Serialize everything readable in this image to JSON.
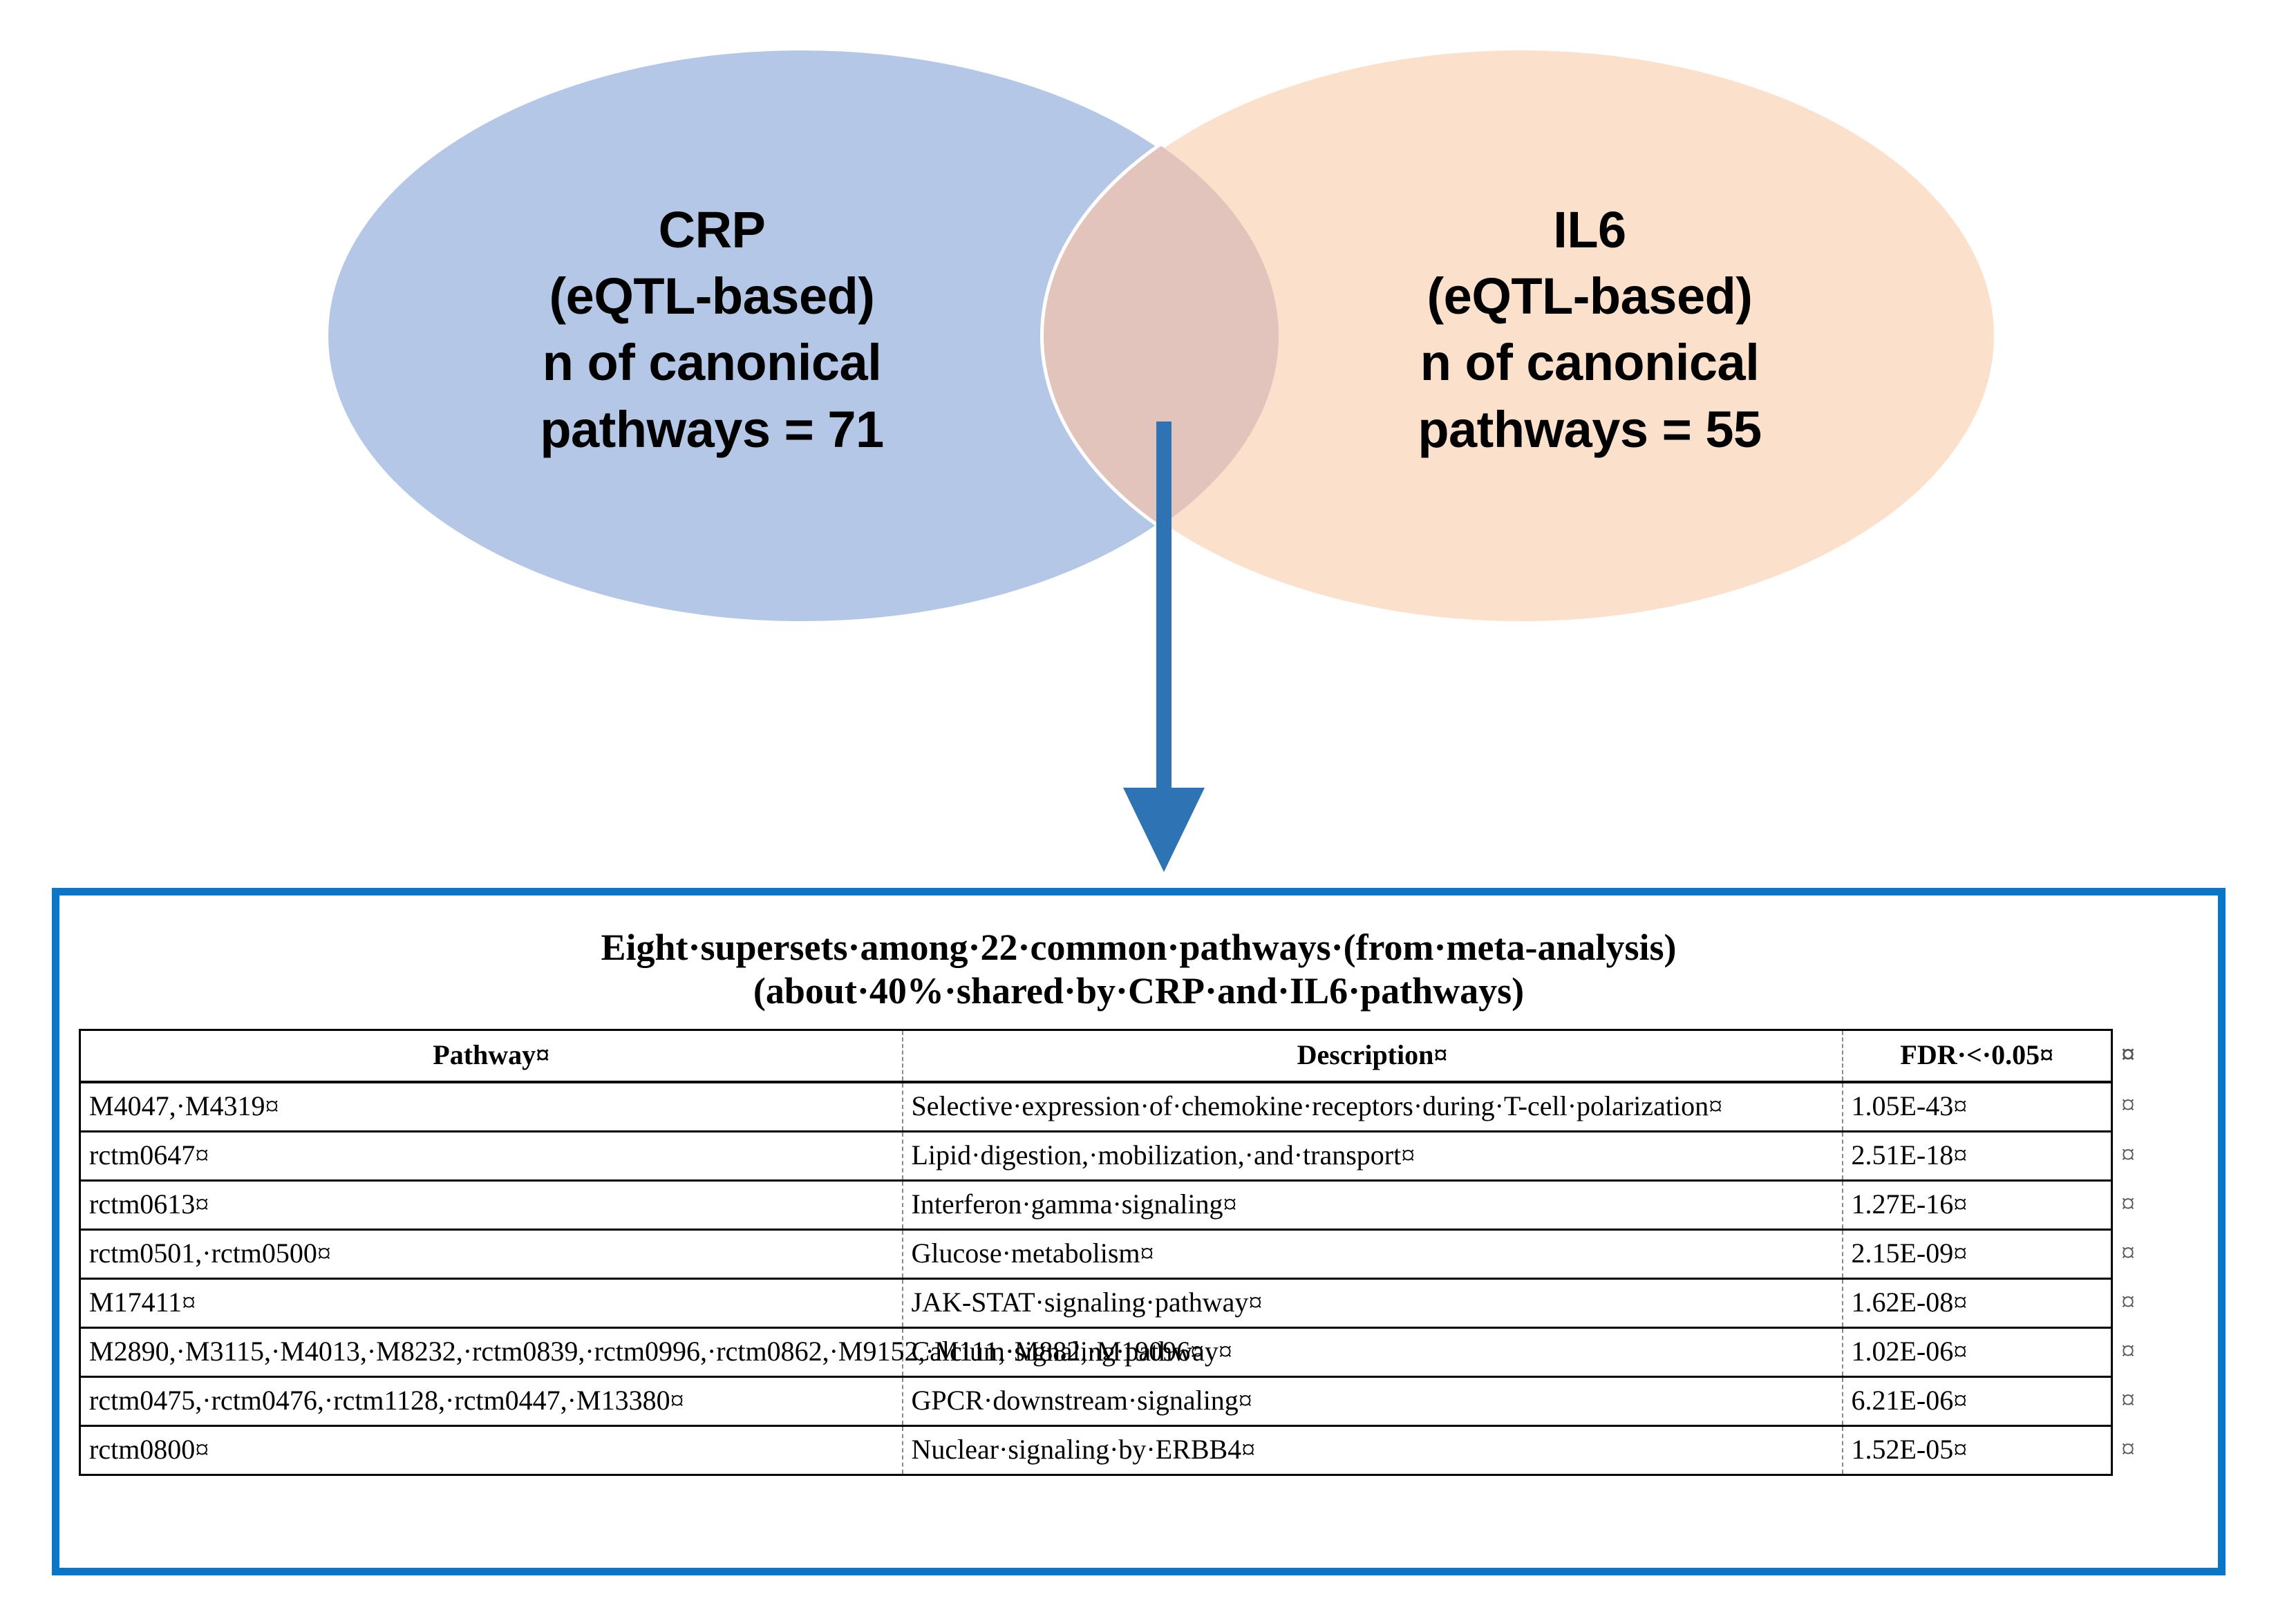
{
  "venn": {
    "left_set": {
      "name": "CRP",
      "lines": [
        "CRP",
        "(eQTL-based)",
        "n of canonical",
        "pathways = 71"
      ],
      "fill_color": "#B4C7E7",
      "pathway_count": 71
    },
    "right_set": {
      "name": "IL6",
      "lines": [
        "IL6",
        "(eQTL-based)",
        "n of canonical",
        "pathways = 55"
      ],
      "fill_color": "#FBE0CC",
      "pathway_count": 55
    },
    "overlap_color": "#E2C4BD",
    "arrow_color": "#2E74B5",
    "arrow_icon": "arrow-down-icon"
  },
  "results_box": {
    "border_color": "#0A76C8",
    "title_lines": [
      "Eight·supersets·among·22·common·pathways·(from·meta-analysis)",
      "(about·40%·shared·by·CRP·and·IL6·pathways)"
    ],
    "table": {
      "headers": [
        "Pathway¤",
        "Description¤",
        "FDR·<·0.05¤",
        "¤"
      ],
      "rows": [
        {
          "pathway": "M4047,·M4319¤",
          "description": "Selective·expression·of·chemokine·receptors·during·T-cell·polarization¤",
          "fdr": "1.05E-43¤",
          "end": "¤"
        },
        {
          "pathway": "rctm0647¤",
          "description": "Lipid·digestion,·mobilization,·and·transport¤",
          "fdr": "2.51E-18¤",
          "end": "¤"
        },
        {
          "pathway": "rctm0613¤",
          "description": "Interferon·gamma·signaling¤",
          "fdr": "1.27E-16¤",
          "end": "¤"
        },
        {
          "pathway": "rctm0501,·rctm0500¤",
          "description": "Glucose·metabolism¤",
          "fdr": "2.15E-09¤",
          "end": "¤"
        },
        {
          "pathway": "M17411¤",
          "description": "JAK-STAT·signaling·pathway¤",
          "fdr": "1.62E-08¤",
          "end": "¤"
        },
        {
          "pathway": "M2890,·M3115,·M4013,·M8232,·rctm0839,·rctm0996,·rctm0862,·M9152,·M111,·M882,·M19096¤",
          "description": "Calcium·signaling·pathway¤",
          "fdr": "1.02E-06¤",
          "end": "¤"
        },
        {
          "pathway": "rctm0475,·rctm0476,·rctm1128,·rctm0447,·M13380¤",
          "description": "GPCR·downstream·signaling¤",
          "fdr": "6.21E-06¤",
          "end": "¤"
        },
        {
          "pathway": "rctm0800¤",
          "description": "Nuclear·signaling·by·ERBB4¤",
          "fdr": "1.52E-05¤",
          "end": "¤"
        }
      ]
    }
  }
}
